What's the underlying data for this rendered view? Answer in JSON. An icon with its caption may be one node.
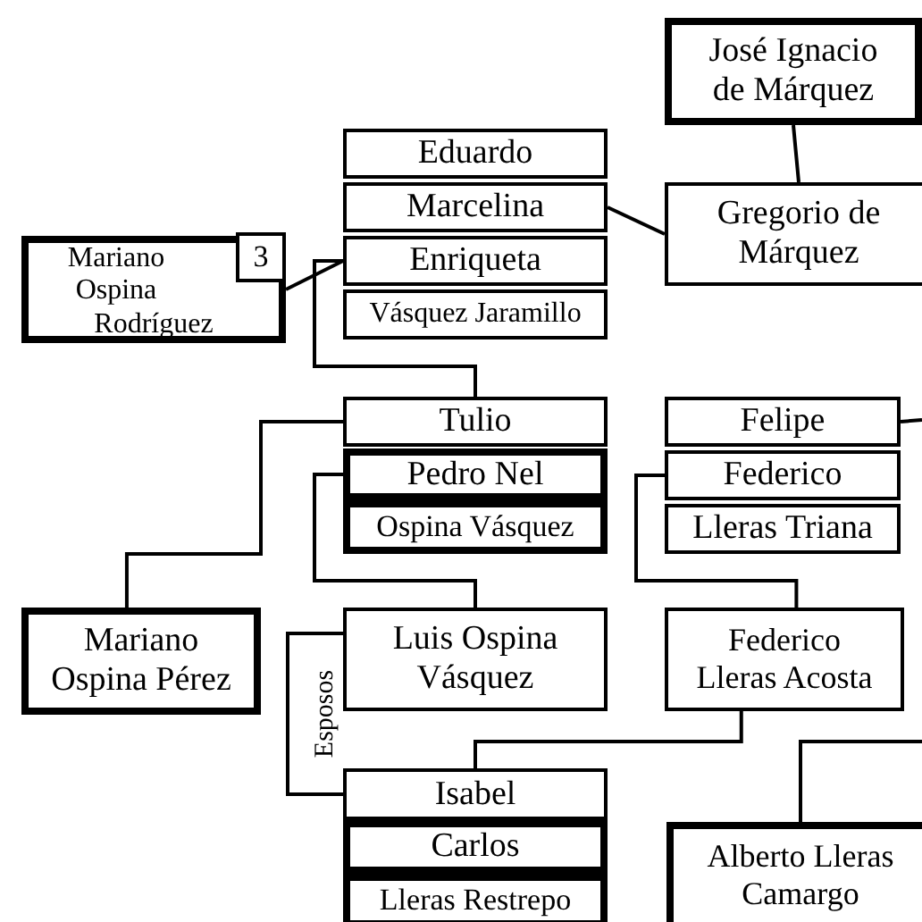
{
  "diagram": {
    "nodes": [
      {
        "text": [
          "José Ignacio de Márquez"
        ]
      },
      {
        "text": [
          "Eduardo"
        ]
      },
      {
        "text": [
          "Marcelina"
        ]
      },
      {
        "text": [
          "Enriqueta"
        ]
      },
      {
        "text": [
          "Vásquez Jaramillo"
        ]
      },
      {
        "text": [
          "Gregorio de Márquez"
        ]
      },
      {
        "text": [
          "Mariano Ospina Rodríguez"
        ]
      },
      {
        "text": [
          "3"
        ],
        "in": 6
      },
      {
        "text": [
          "Tulio"
        ]
      },
      {
        "text": [
          "Pedro Nel"
        ]
      },
      {
        "text": [
          "Ospina Vásquez"
        ]
      },
      {
        "text": [
          "Felipe"
        ]
      },
      {
        "text": [
          "Federico"
        ]
      },
      {
        "text": [
          "Lleras Triana"
        ]
      },
      {
        "text": [
          "Mariano Ospina Pérez"
        ]
      },
      {
        "text": [
          "Luis Ospina Vásquez"
        ]
      },
      {
        "text": [
          "Federico Lleras Acosta"
        ]
      },
      {
        "text": [
          "Isabel"
        ]
      },
      {
        "text": [
          "Carlos"
        ]
      },
      {
        "text": [
          "Lleras Restrepo"
        ]
      },
      {
        "text": [
          "Alberto Lleras Camargo"
        ]
      }
    ],
    "edges": [
      {
        "from": 0,
        "to": 5,
        "arrow": "none"
      },
      {
        "from": 2,
        "to": 5,
        "arrow": "none"
      },
      {
        "from": 6,
        "to": 3,
        "arrow": "none"
      },
      {
        "from": 3,
        "to": 8,
        "arrow": "none"
      },
      {
        "from": 8,
        "to": 14,
        "arrow": "none"
      },
      {
        "from": 9,
        "to": 15,
        "arrow": "none"
      },
      {
        "from": 11,
        "to": null,
        "arrow": "none"
      },
      {
        "from": 12,
        "to": 16,
        "arrow": "none"
      },
      {
        "from": 15,
        "to": 17,
        "label": "Esposos",
        "arrow": "none"
      },
      {
        "from": 16,
        "to": 17,
        "arrow": "none"
      },
      {
        "from": null,
        "to": 20,
        "arrow": "none"
      }
    ]
  }
}
